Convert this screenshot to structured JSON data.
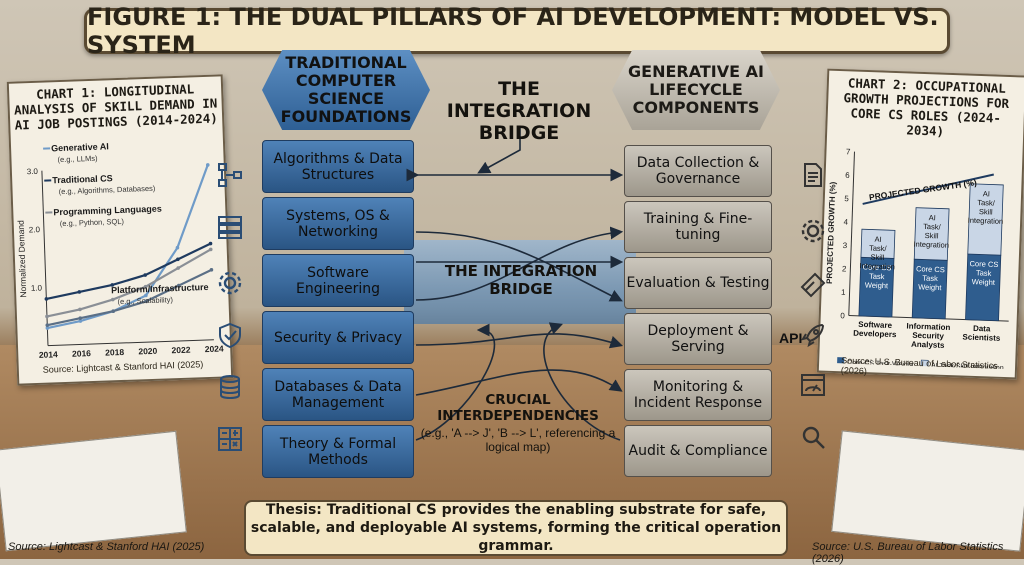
{
  "title": "FIGURE 1: THE DUAL PILLARS OF AI DEVELOPMENT: MODEL VS. SYSTEM",
  "left_pillar": {
    "heading": "TRADITIONAL COMPUTER SCIENCE FOUNDATIONS",
    "blocks": [
      "Algorithms & Data Structures",
      "Systems, OS & Networking",
      "Software Engineering",
      "Security & Privacy",
      "Databases & Data Management",
      "Theory & Formal Methods"
    ]
  },
  "right_pillar": {
    "heading": "GENERATIVE AI LIFECYCLE COMPONENTS",
    "blocks": [
      "Data Collection & Governance",
      "Training & Fine-tuning",
      "Evaluation & Testing",
      "Deployment & Serving",
      "Monitoring & Incident Response",
      "Audit & Compliance"
    ]
  },
  "integration": {
    "top_label": "THE INTEGRATION BRIDGE",
    "band_label": "THE INTEGRATION BRIDGE",
    "api_label": "API",
    "crucial_title": "CRUCIAL INTERDEPENDENCIES",
    "crucial_sub": "(e.g., 'A --> J', 'B --> L', referencing a logical map)"
  },
  "thesis": "Thesis: Traditional CS provides the enabling substrate for safe, scalable, and deployable AI systems, forming the critical operation grammar.",
  "footer": {
    "left_source": "Source: Lightcast & Stanford HAI (2025)",
    "right_source": "Source: U.S. Bureau of Labor Statistics (2026)"
  },
  "icons": {
    "left": [
      "flowchart-icon",
      "server-icon",
      "gear-icon",
      "shield-icon",
      "database-icon",
      "calculator-icon"
    ],
    "right": [
      "document-icon",
      "gear-icon",
      "flask-icon",
      "rocket-icon",
      "dashboard-icon",
      "magnifier-icon"
    ]
  },
  "chart_data": [
    {
      "type": "line",
      "title": "CHART 1: LONGITUDINAL ANALYSIS OF SKILL DEMAND IN AI JOB POSTINGS (2014-2024)",
      "ylabel": "Normalized Demand",
      "xlabel": "",
      "x": [
        "2014",
        "2016",
        "2018",
        "2020",
        "2022",
        "2024"
      ],
      "ylim": [
        0,
        3.0
      ],
      "yticks": [
        "1.0",
        "2.0",
        "3.0"
      ],
      "series": [
        {
          "name": "Generative AI",
          "note": "(e.g., LLMs)",
          "color": "#6f9bc8",
          "values": [
            0.3,
            0.4,
            0.55,
            0.8,
            1.6,
            3.0
          ]
        },
        {
          "name": "Traditional CS",
          "note": "(e.g., Algorithms, Databases)",
          "color": "#1e3a5f",
          "values": [
            0.8,
            0.9,
            1.0,
            1.15,
            1.4,
            1.65
          ]
        },
        {
          "name": "Programming Languages",
          "note": "(e.g., Python, SQL)",
          "color": "#8a8f96",
          "values": [
            0.5,
            0.6,
            0.75,
            0.95,
            1.25,
            1.55
          ]
        },
        {
          "name": "Platform/Infrastructure",
          "note": "(e.g., Scalability)",
          "color": "#5b6f86",
          "values": [
            0.35,
            0.45,
            0.55,
            0.7,
            0.95,
            1.2
          ]
        }
      ],
      "source": "Source: Lightcast & Stanford HAI (2025)"
    },
    {
      "type": "bar",
      "title": "CHART 2: OCCUPATIONAL GROWTH PROJECTIONS FOR CORE CS ROLES (2024-2034)",
      "ylabel": "PROJECTED GROWTH (%)",
      "annotation": "PROJECTED GROWTH (%)",
      "categories": [
        "Software Developers",
        "Information Security Analysts",
        "Data Scientists"
      ],
      "ylim": [
        0,
        7
      ],
      "yticks": [
        "0",
        "1",
        "2",
        "3",
        "4",
        "5",
        "6",
        "7"
      ],
      "series": [
        {
          "name": "Core CS Task Weight",
          "color": "#2f5d8e",
          "values": [
            2.5,
            2.5,
            2.8
          ],
          "label": "Core CS Task Weight"
        },
        {
          "name": "AI Task/Skill Integration",
          "color": "#c9d6e6",
          "values": [
            1.2,
            2.2,
            3.0
          ],
          "label": "AI Task/ Skill Integration"
        }
      ],
      "source": "Source: U.S. Bureau of Labor Statistics (2026)"
    }
  ]
}
